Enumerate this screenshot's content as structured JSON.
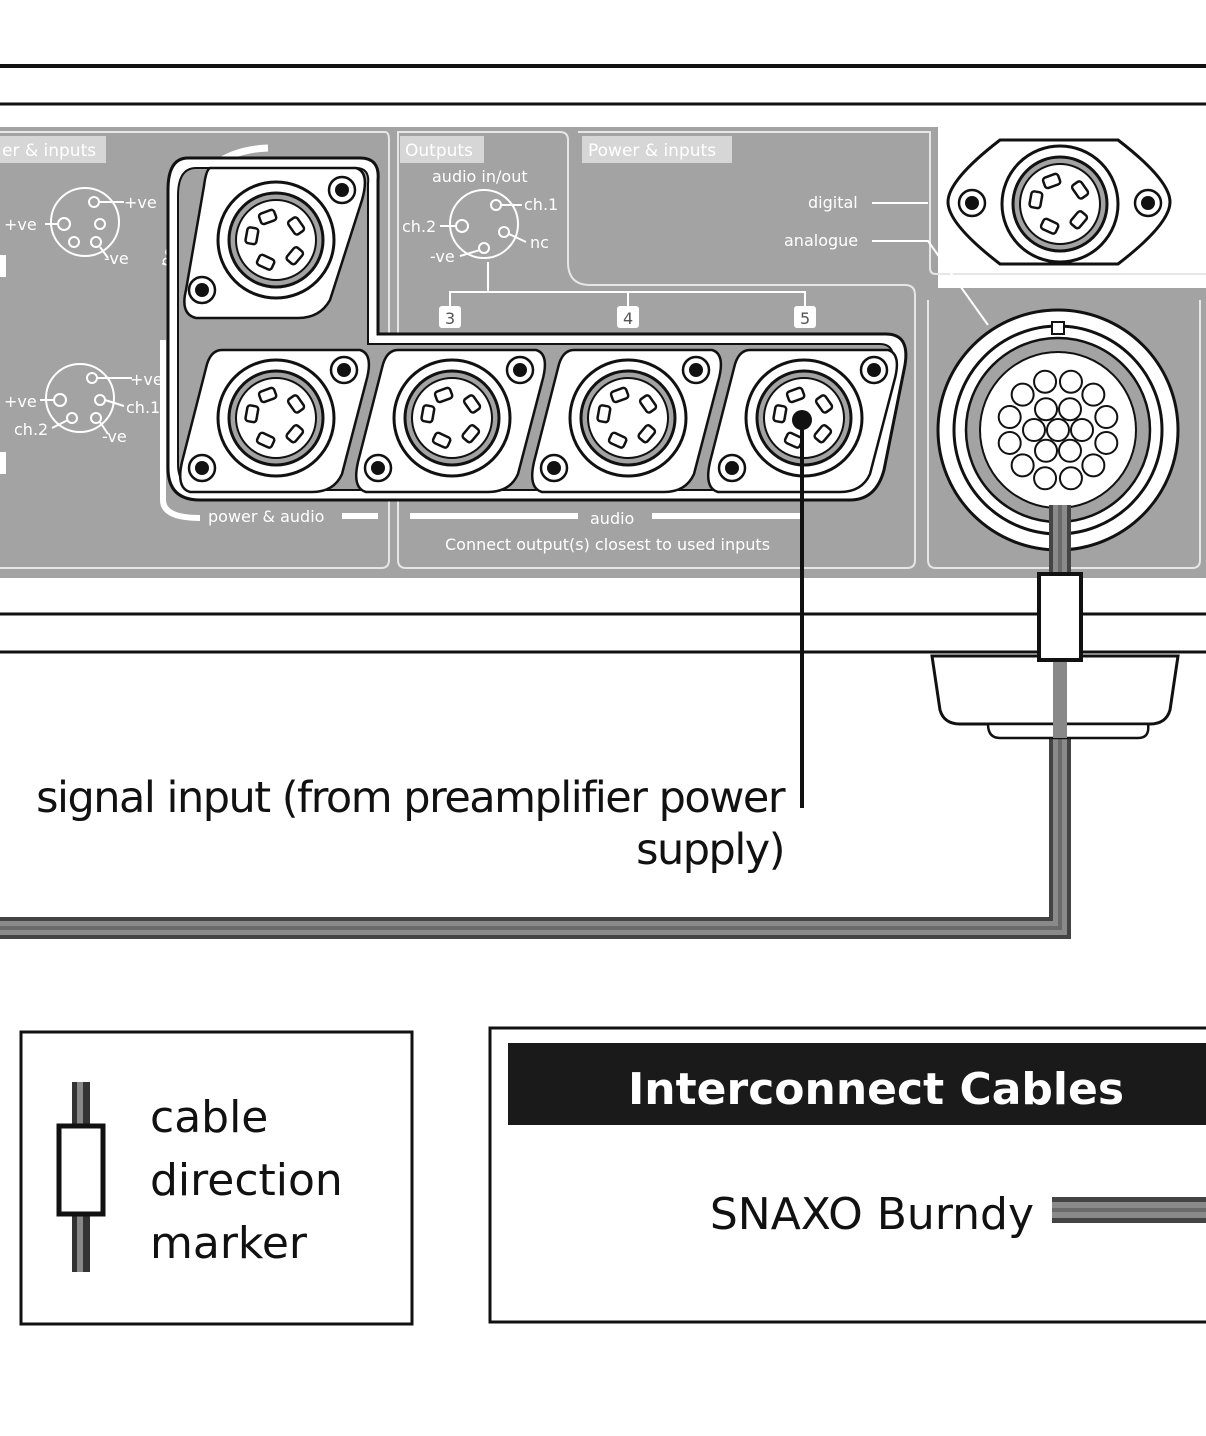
{
  "panel": {
    "sections": {
      "left_partial": "er & inputs",
      "outputs": "Outputs",
      "power_inputs": "Power & inputs"
    },
    "labels": {
      "power": "power",
      "audio_in_out": "audio in/out",
      "digital": "digital",
      "analogue": "analogue",
      "power_audio": "power & audio",
      "audio": "audio",
      "connect_note": "Connect output(s) closest to used inputs"
    },
    "xlr_left_upper": {
      "plus_ve_top": "+ve",
      "plus_ve_left": "+ve",
      "minus_ve": "-ve"
    },
    "xlr_left_lower": {
      "plus_ve_top": "+ve",
      "plus_ve_left": "+ve",
      "ch1": "ch.1",
      "ch2": "ch.2",
      "minus_ve": "-ve"
    },
    "xlr_outputs": {
      "ch1": "ch.1",
      "ch2": "ch.2",
      "minus_ve": "-ve",
      "nc": "nc"
    },
    "output_numbers": [
      "3",
      "4",
      "5"
    ]
  },
  "callout": {
    "line1": "signal input (from preamplifier power",
    "line2": "supply)"
  },
  "legend": {
    "line1": "cable",
    "line2": "direction",
    "line3": "marker"
  },
  "cables": {
    "title": "Interconnect Cables",
    "item": "SNAXO Burndy"
  },
  "colors": {
    "panel_gray": "#a3a3a3",
    "line_dark": "#111111",
    "cable_gray": "#777777",
    "header_bg": "#1a1a1a"
  }
}
